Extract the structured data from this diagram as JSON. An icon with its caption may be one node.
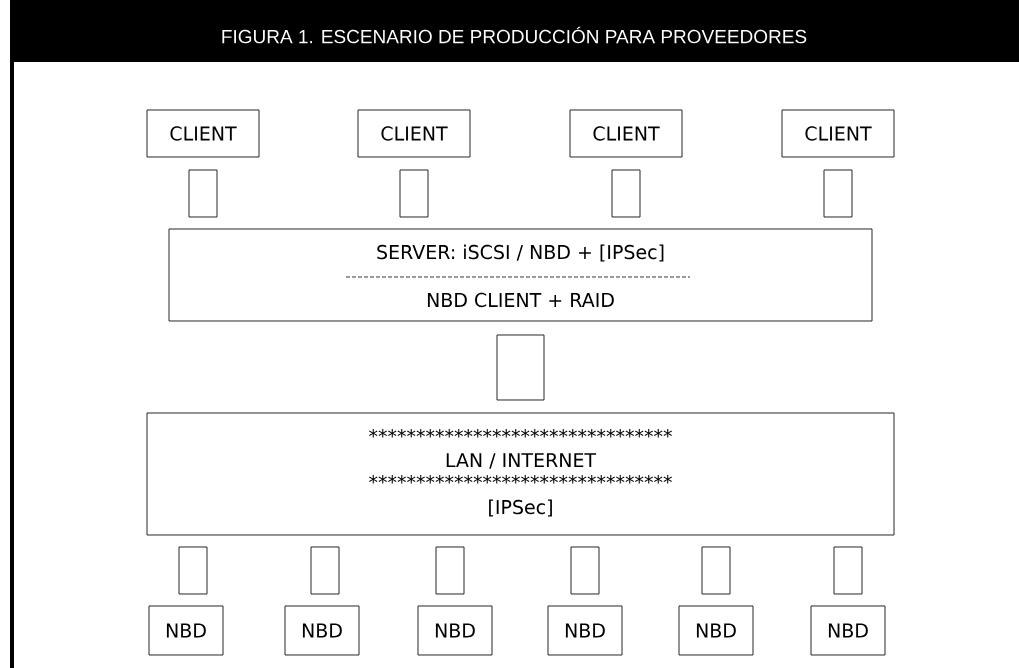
{
  "diagram": {
    "title": "FIGURA 1. ESCENARIO DE PRODUCCIÓN PARA PROVEEDORES",
    "nodes": [
      {
        "text": [
          "CLIENT"
        ]
      },
      {
        "text": [
          "CLIENT"
        ]
      },
      {
        "text": [
          "CLIENT"
        ]
      },
      {
        "text": [
          "CLIENT"
        ]
      },
      {
        "text": [],
        "shape": "box"
      },
      {
        "text": [],
        "shape": "box"
      },
      {
        "text": [],
        "shape": "box"
      },
      {
        "text": [],
        "shape": "box"
      },
      {
        "text": [
          "SERVER: iSCSI / NBD + [IPSec]",
          "NBD CLIENT  +  RAID"
        ]
      },
      {
        "text": [],
        "shape": "box"
      },
      {
        "text": [
          "********************************",
          "LAN / INTERNET",
          "********************************",
          "[IPSec]"
        ]
      },
      {
        "text": [],
        "shape": "box"
      },
      {
        "text": [],
        "shape": "box"
      },
      {
        "text": [],
        "shape": "box"
      },
      {
        "text": [],
        "shape": "box"
      },
      {
        "text": [],
        "shape": "box"
      },
      {
        "text": [],
        "shape": "box"
      },
      {
        "text": [
          "NBD"
        ]
      },
      {
        "text": [
          "NBD"
        ]
      },
      {
        "text": [
          "NBD"
        ]
      },
      {
        "text": [
          "NBD"
        ]
      },
      {
        "text": [
          "NBD"
        ]
      },
      {
        "text": [
          "NBD"
        ]
      }
    ]
  }
}
